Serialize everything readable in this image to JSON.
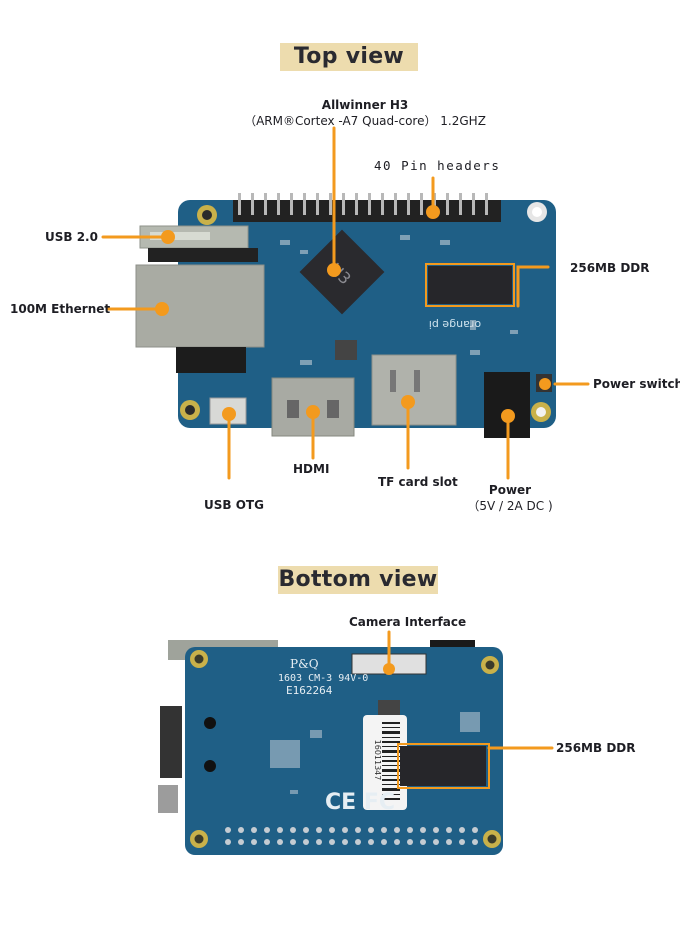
{
  "top_view": {
    "title": "Top view",
    "callouts": {
      "cpu_line1": "Allwinner H3",
      "cpu_line2": "（ARM®Cortex  -A7 Quad-core） 1.2GHZ",
      "pin_headers": "40 Pin headers",
      "usb2": "USB 2.0",
      "ethernet": "100M Ethernet",
      "ddr": "256MB DDR",
      "power_switch": "Power switch",
      "usb_otg": "USB OTG",
      "hdmi": "HDMI",
      "tf_card": "TF card slot",
      "power_line1": "Power",
      "power_line2": "（5V / 2A DC )"
    },
    "chip_marking": "H3",
    "board_brand": "orange pi"
  },
  "bottom_view": {
    "title": "Bottom view",
    "callouts": {
      "camera": "Camera Interface",
      "ddr": "256MB DDR"
    },
    "silkscreen": {
      "line1": "P&Q",
      "line2": "1603 CM-3 94V-0",
      "line3": "E162264",
      "barcode": "16011347",
      "marks": "CE FC"
    }
  },
  "colors": {
    "accent": "#f39a1e",
    "title_bg": "#eddcae",
    "pcb": "#1f5f86"
  }
}
